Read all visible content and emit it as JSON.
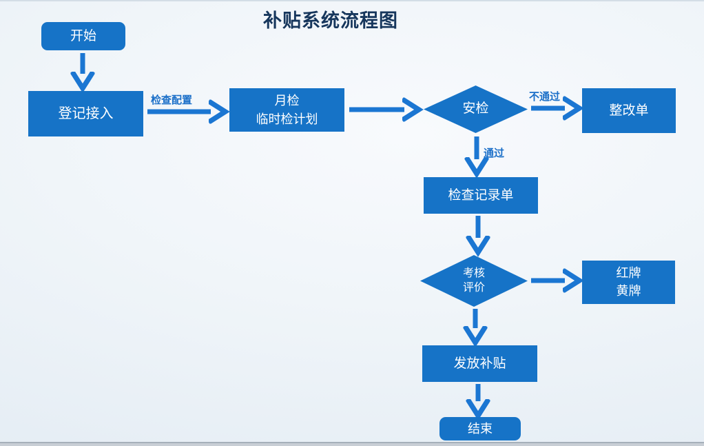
{
  "title": "补贴系统流程图",
  "colors": {
    "node_fill": "#1673C7",
    "arrow": "#1B76D2",
    "edge_label_text": "#1B6FC8",
    "title_text": "#16365C"
  },
  "nodes": {
    "start": {
      "label": "开始"
    },
    "register": {
      "label": "登记接入"
    },
    "monthly_plan": {
      "line1": "月检",
      "line2": "临时检计划"
    },
    "security_check": {
      "label": "安检"
    },
    "rectification": {
      "label": "整改单"
    },
    "inspection_record": {
      "label": "检查记录单"
    },
    "assessment": {
      "line1": "考核",
      "line2": "评价"
    },
    "cards": {
      "line1": "红牌",
      "line2": "黄牌"
    },
    "issue_subsidy": {
      "label": "发放补贴"
    },
    "end": {
      "label": "结束"
    }
  },
  "edge_labels": {
    "check_config": "检查配置",
    "fail": "不通过",
    "pass": "通过"
  }
}
